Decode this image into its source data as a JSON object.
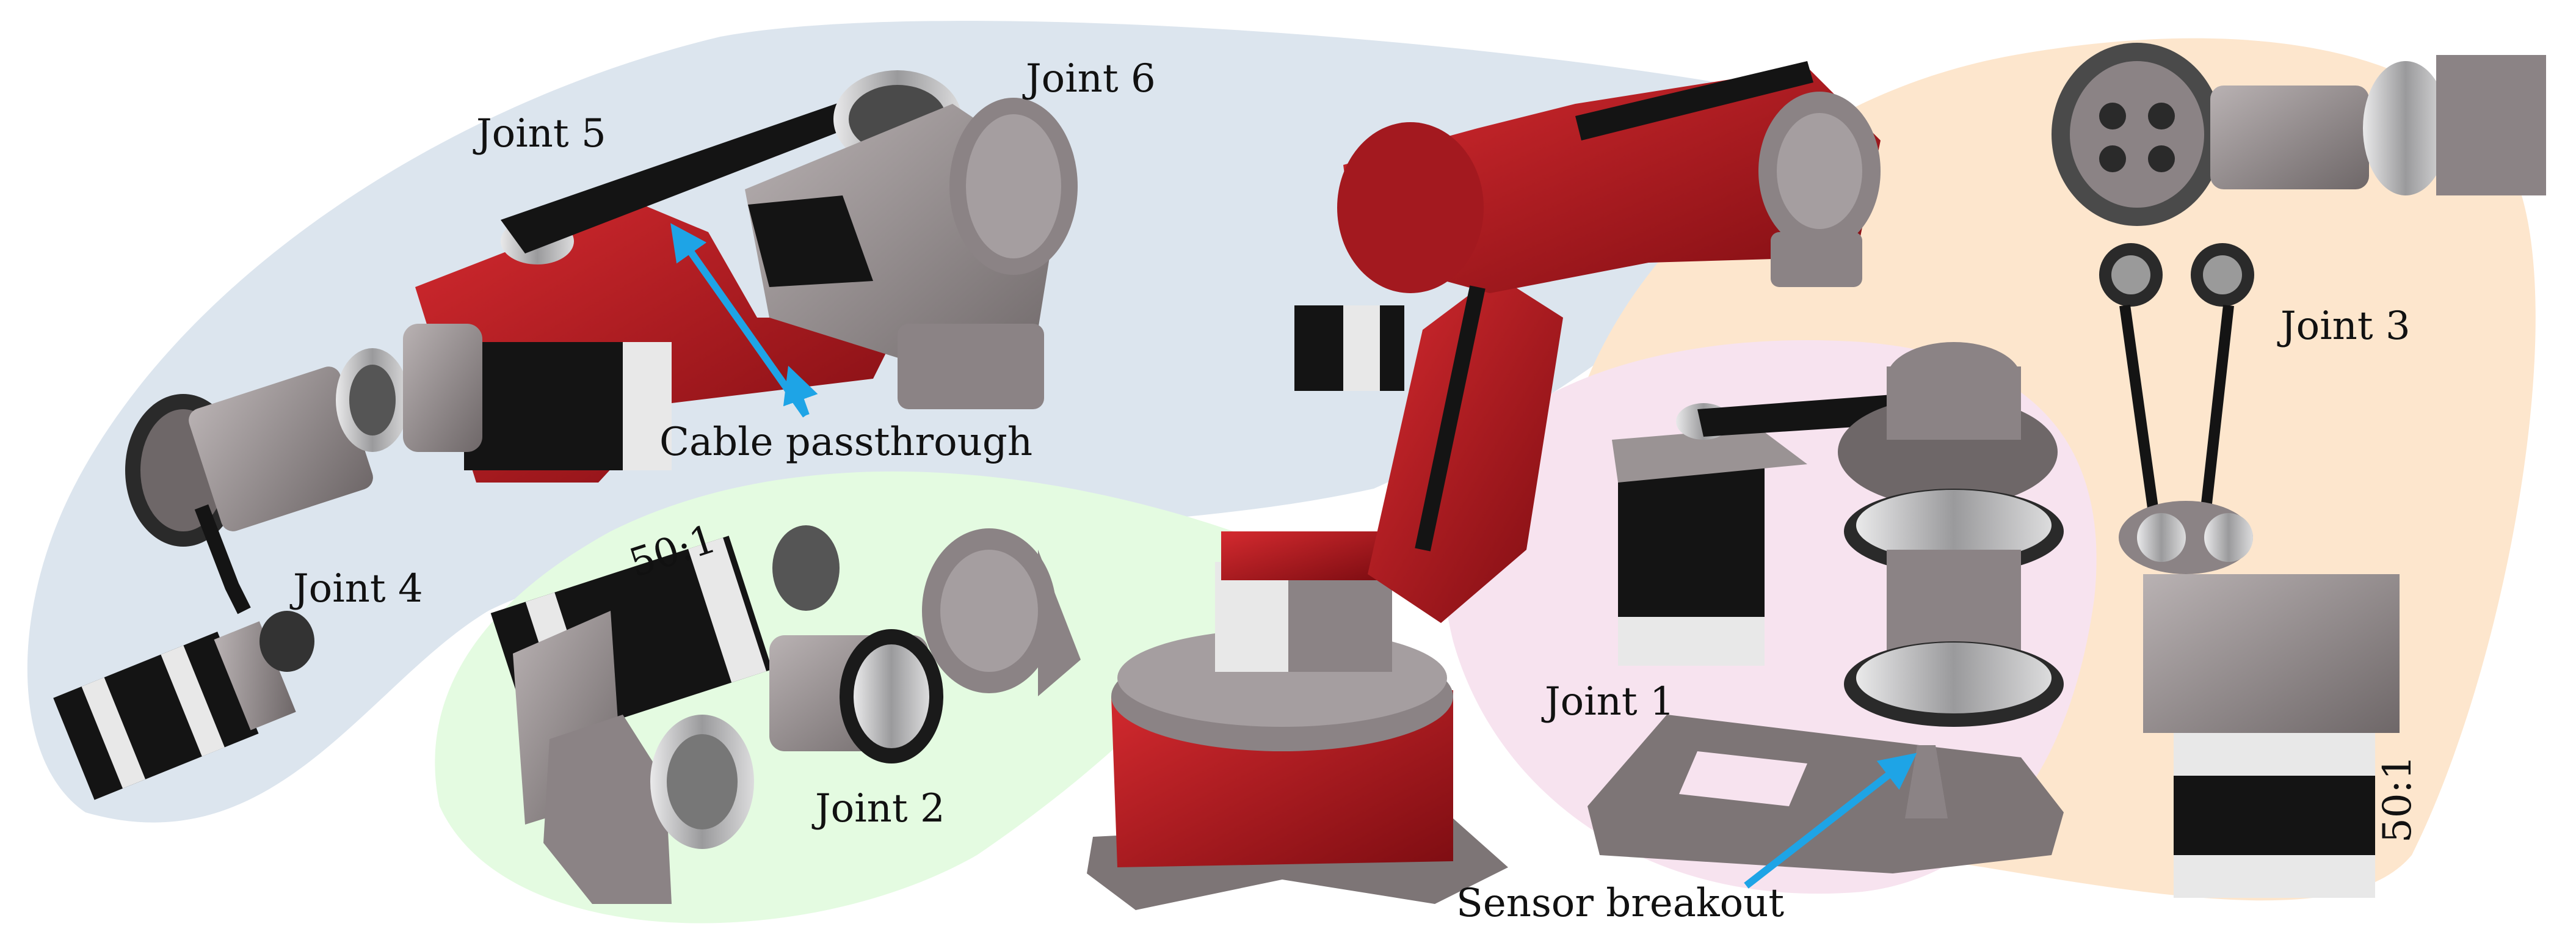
{
  "labels": {
    "joint1": "Joint 1",
    "joint2": "Joint 2",
    "joint3": "Joint 3",
    "joint4": "Joint 4",
    "joint5": "Joint 5",
    "joint6": "Joint 6",
    "cable_passthrough": "Cable passthrough",
    "sensor_breakout": "Sensor breakout",
    "ratio_joint2": "50:1",
    "ratio_joint3": "50:1"
  },
  "colors": {
    "region_blue": "#dce5ee",
    "region_green": "#e4fbe1",
    "region_pink": "#f7e3ef",
    "region_orange": "#fde6cd",
    "arm_red": "#b8161c",
    "arm_red_dark": "#7e0d12",
    "metal_grey": "#8b8385",
    "metal_light": "#b9b2b3",
    "motor_black": "#141414",
    "arrow_blue": "#1ea4e6"
  }
}
